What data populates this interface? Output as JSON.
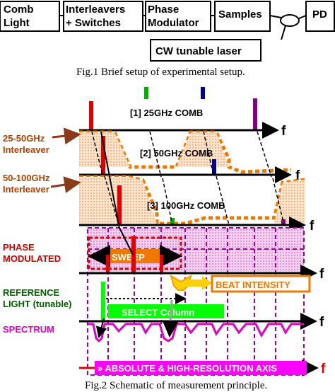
{
  "fig1": {
    "boxes": [
      {
        "line1": "Comb",
        "line2": "Light"
      },
      {
        "line1": "Interleavers",
        "line2": "+ Switches"
      },
      {
        "line1": "Phase",
        "line2": "Modulator"
      },
      {
        "line1": "Samples",
        "line2": ""
      },
      {
        "line1": "PD",
        "line2": ""
      }
    ],
    "laser": "CW tunable laser",
    "caption": "Fig.1 Brief setup of experimental setup."
  },
  "fig2": {
    "comb1": "[1] 25GHz COMB",
    "comb2": "[2] 50GHz COMB",
    "comb3": "[3] 100GHz COMB",
    "interleaver1": {
      "line1": "25-50GHz",
      "line2": "Interleaver"
    },
    "interleaver2": {
      "line1": "50-100GHz",
      "line2": "Interleaver"
    },
    "phase": {
      "line1": "PHASE",
      "line2": "MODULATED"
    },
    "reference": {
      "line1": "REFERENCE",
      "line2": "LIGHT (tunable)"
    },
    "spectrum": "SPECTRUM",
    "sweep": "SWEEP",
    "beat": "BEAT INTENSITY",
    "select": "SELECT Column",
    "axis_banner": "» ABSOLUTE & HIGH-RESOLUTION AXIS",
    "axis_label": "f",
    "caption": "Fig.2 Schematic of measurement principle."
  },
  "colors": {
    "comb_red": "#e00000",
    "green": "#00b000",
    "navy": "#000090",
    "purple": "#800080",
    "orange": "#f07800",
    "magenta": "#e000c0",
    "banner": "#ff00ff",
    "beat_border": "#f07800"
  }
}
